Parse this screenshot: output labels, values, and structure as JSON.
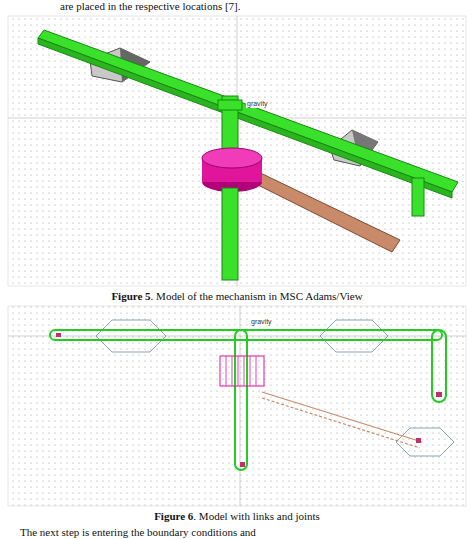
{
  "diagram": {
    "labels": [
      "are placed in the respective locations [7].",
      "gravity",
      "Figure 5",
      ". Model of the mechanism in MSC Adams/View",
      "gravity",
      "Figure 6",
      ". Model with links and joints",
      "The next step is entering the boundary conditions and"
    ]
  }
}
